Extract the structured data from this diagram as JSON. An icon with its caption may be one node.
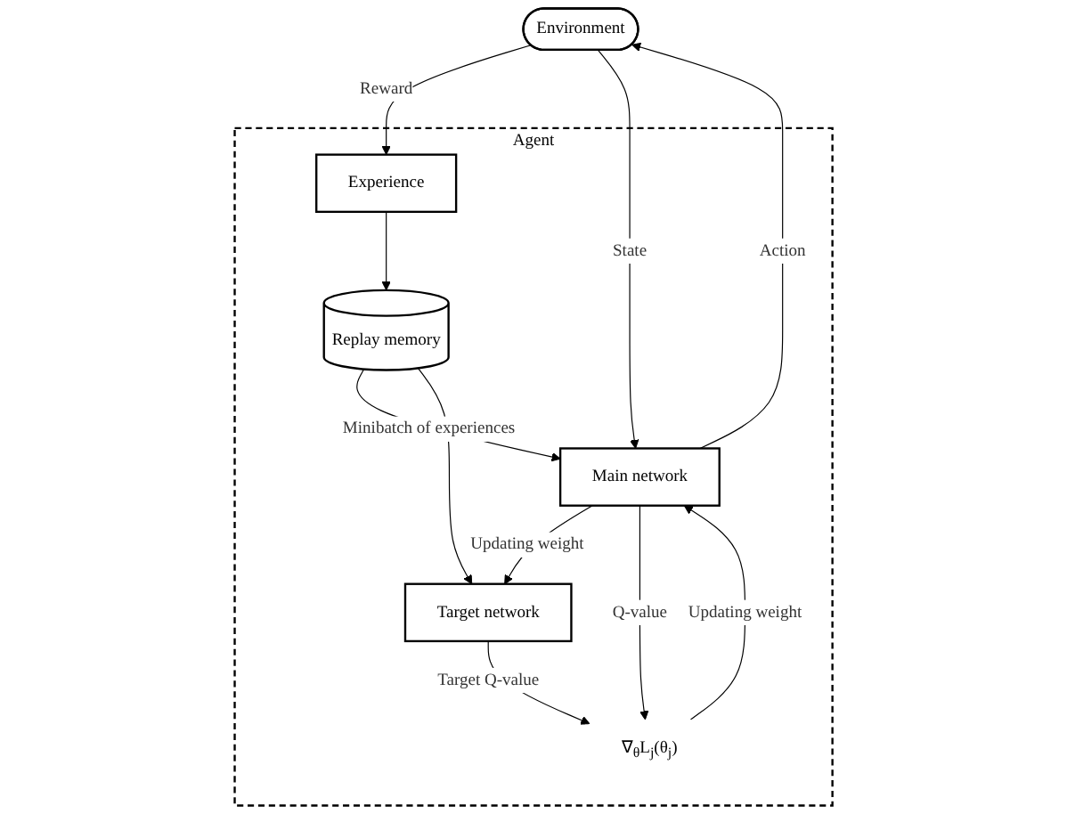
{
  "diagram": {
    "nodes": [
      {
        "text": [
          "Environment"
        ]
      },
      {
        "text": [
          "Agent"
        ]
      },
      {
        "text": [
          "Main network"
        ],
        "in": 1
      },
      {
        "text": [
          "Experience"
        ],
        "in": 1
      },
      {
        "text": [
          "Replay memory"
        ],
        "in": 1
      },
      {
        "text": [
          "Target network"
        ],
        "in": 1
      },
      {
        "text": [
          "∇$_{θ}$L$_{j}$(θ$_{j}$)"
        ],
        "in": 1
      }
    ],
    "edges": [
      {
        "from": 2,
        "to": 0,
        "arrow": "to",
        "label": "Action"
      },
      {
        "from": 0,
        "to": 3,
        "arrow": "to",
        "label": "Reward"
      },
      {
        "from": 0,
        "to": 2,
        "arrow": "to",
        "label": "State"
      },
      {
        "from": 3,
        "to": 4,
        "arrow": "to"
      },
      {
        "from": 4,
        "to": 2,
        "arrow": "to",
        "label": "Minibatch of experiences"
      },
      {
        "from": 4,
        "to": 5,
        "arrow": "to"
      },
      {
        "from": 2,
        "to": 5,
        "arrow": "to",
        "label": "Updating weight"
      },
      {
        "from": 2,
        "to": 6,
        "arrow": "to",
        "label": "Q-value"
      },
      {
        "from": 5,
        "to": 6,
        "arrow": "to",
        "label": "Target Q-value"
      },
      {
        "from": 6,
        "to": 2,
        "arrow": "to",
        "label": "Updating weight"
      }
    ]
  }
}
